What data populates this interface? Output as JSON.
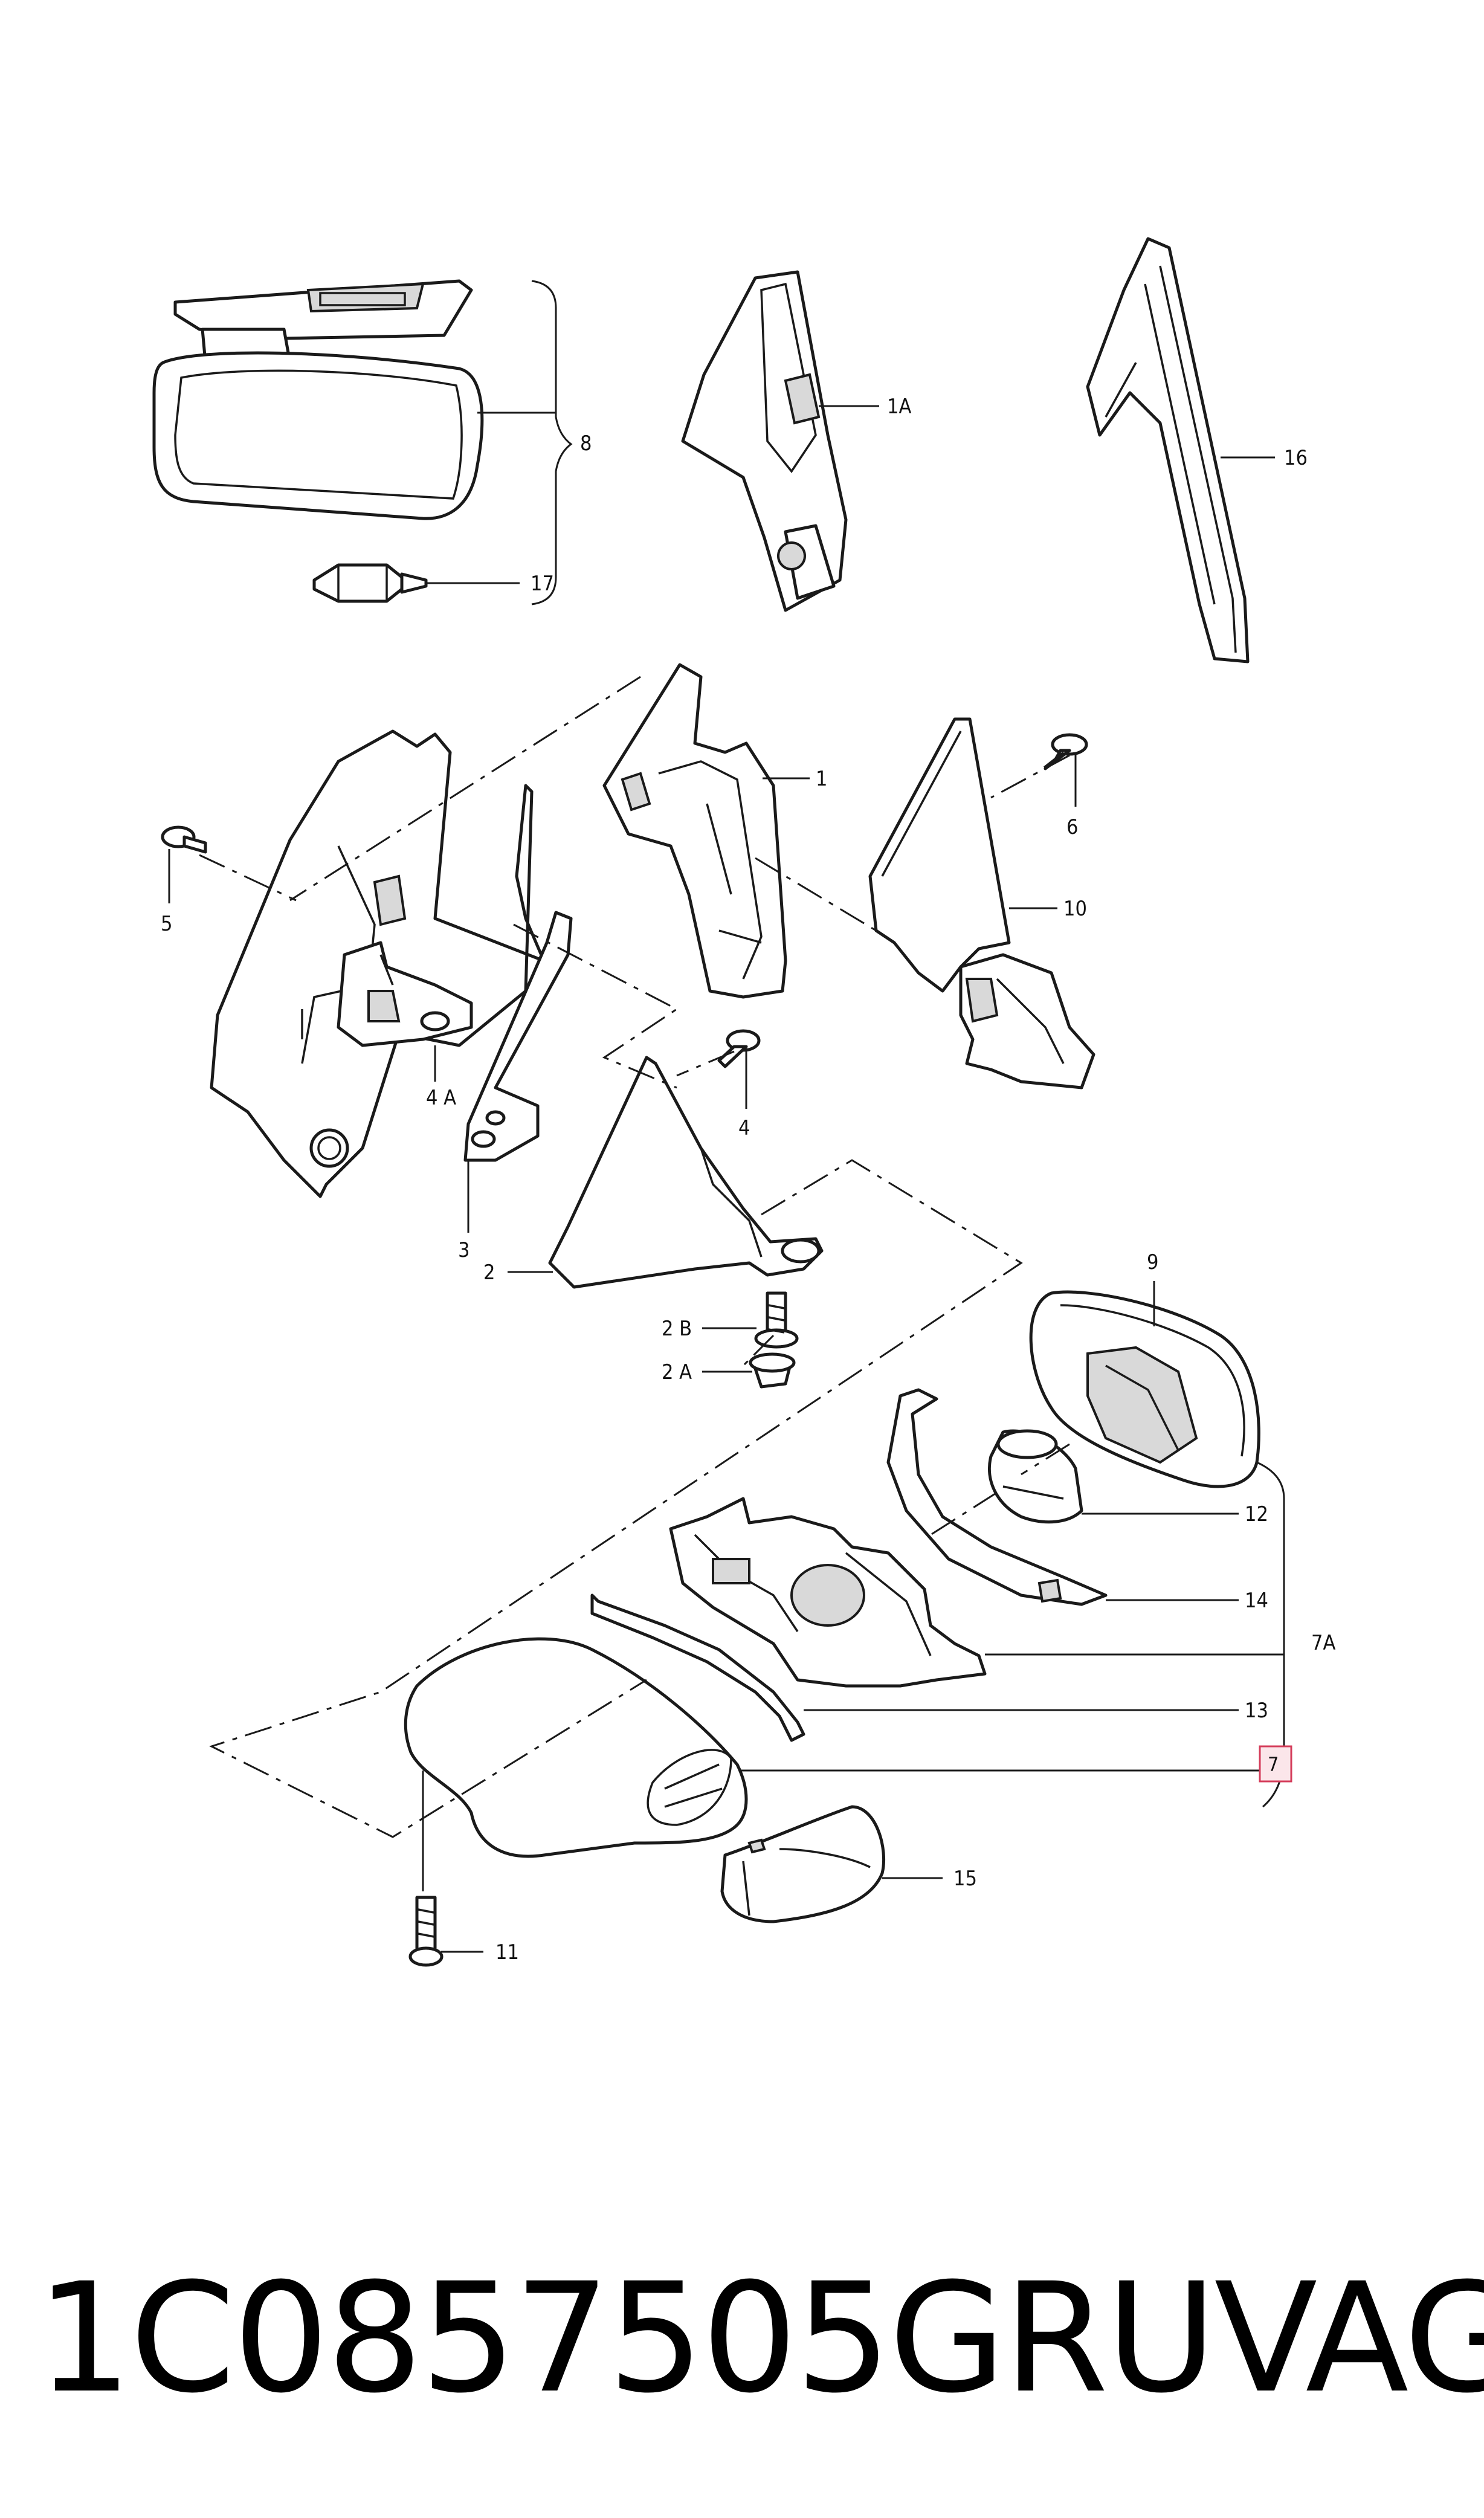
{
  "callouts": {
    "c8": "8",
    "c17": "17",
    "c1A": "1A",
    "c16": "16",
    "c1": "1",
    "c6": "6",
    "c10": "10",
    "c5": "5",
    "c4A": "4 A",
    "c4": "4",
    "c3": "3",
    "c2": "2",
    "c2B": "2 B",
    "c2A": "2 A",
    "c9": "9",
    "c12": "12",
    "c14": "14",
    "c7A": "7A",
    "c13": "13",
    "c7": "7",
    "c15": "15",
    "c11": "11"
  },
  "highlight": {
    "callout": "7",
    "color": "#d43c5a"
  },
  "caption": {
    "part_number": "1C0857505GRU",
    "brand": "VAG"
  }
}
